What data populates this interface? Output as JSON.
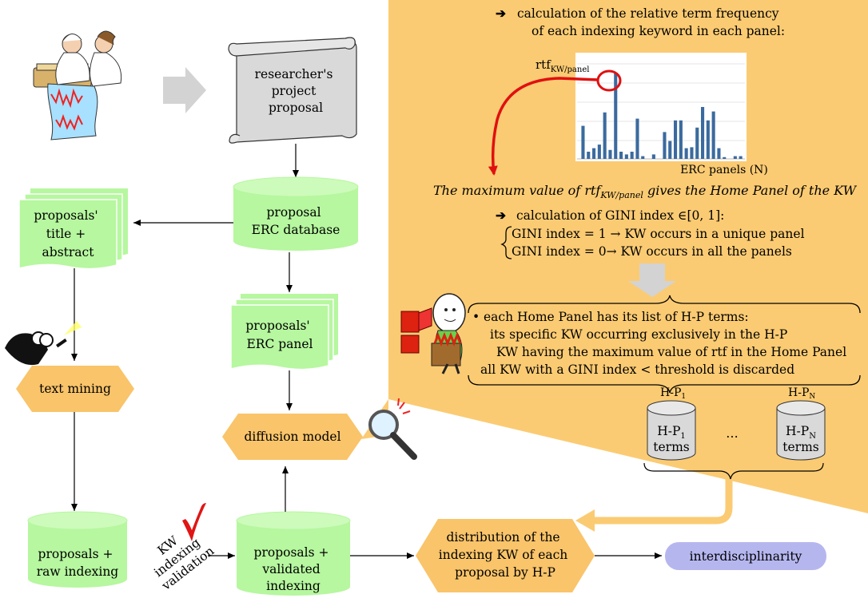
{
  "flow": {
    "proposal_scroll": [
      "researcher's",
      "project",
      "proposal"
    ],
    "erc_database": [
      "proposal",
      "ERC database"
    ],
    "title_abstract": [
      "proposals'",
      "title +",
      "abstract"
    ],
    "erc_panel_doc": [
      "proposals'",
      "ERC panel"
    ],
    "text_mining": "text mining",
    "diffusion_model": "diffusion model",
    "raw_indexing": [
      "proposals +",
      "raw indexing"
    ],
    "validated_indexing": [
      "proposals +",
      "validated",
      "indexing"
    ],
    "kw_validation": [
      "KW",
      "indexing",
      "validation"
    ],
    "distribution": [
      "distribution of the",
      "indexing KW of each",
      "proposal by H-P"
    ],
    "interdisciplinarity": "interdisciplinarity"
  },
  "panel": {
    "rtf_step": [
      "calculation of the relative term frequency",
      "of each indexing keyword in each panel:"
    ],
    "rtf_label": "rtf",
    "rtf_sub": "KW/panel",
    "chart_xlabel": "ERC panels (N)",
    "home_panel_prefix": "The maximum value of rtf",
    "home_panel_sub": "KW/panel",
    "home_panel_suffix": " gives the Home Panel of the KW",
    "gini_step": "calculation of GINI index ∈[0, 1]:",
    "gini_one": "GINI index = 1 → KW occurs in a unique panel",
    "gini_zero": "GINI index = 0→ KW occurs in all the panels",
    "hp_lines": [
      "each Home Panel has its list of H-P terms:",
      "its specific KW occurring exclusively in the H-P",
      "KW having the maximum value of rtf in the Home Panel",
      "all KW with a GINI index < threshold is discarded"
    ],
    "hp1_label": "H-P",
    "hp1_sub": "1",
    "hpn_label": "H-P",
    "hpn_sub": "N",
    "hp1_cyl": [
      "H-P",
      "1",
      "terms"
    ],
    "hpn_cyl": [
      "H-P",
      "N",
      "terms"
    ],
    "ellipsis": "…"
  },
  "chart_data": {
    "type": "bar",
    "xlabel": "ERC panels (N)",
    "values": [
      0.37,
      0.08,
      0.12,
      0.16,
      0.52,
      0.1,
      0.96,
      0.08,
      0.05,
      0.08,
      0.45,
      0.03,
      0.0,
      0.05,
      0.0,
      0.3,
      0.2,
      0.43,
      0.43,
      0.12,
      0.13,
      0.35,
      0.58,
      0.43,
      0.53,
      0.12,
      0.02,
      0.0,
      0.03,
      0.03
    ]
  },
  "colors": {
    "orange_panel": "#fbcb73",
    "hexagon": "#f9c46a",
    "green": "#b6f79f",
    "purple": "#b6b6ef",
    "red": "#ee1111",
    "bar": "#3b6a9e"
  }
}
